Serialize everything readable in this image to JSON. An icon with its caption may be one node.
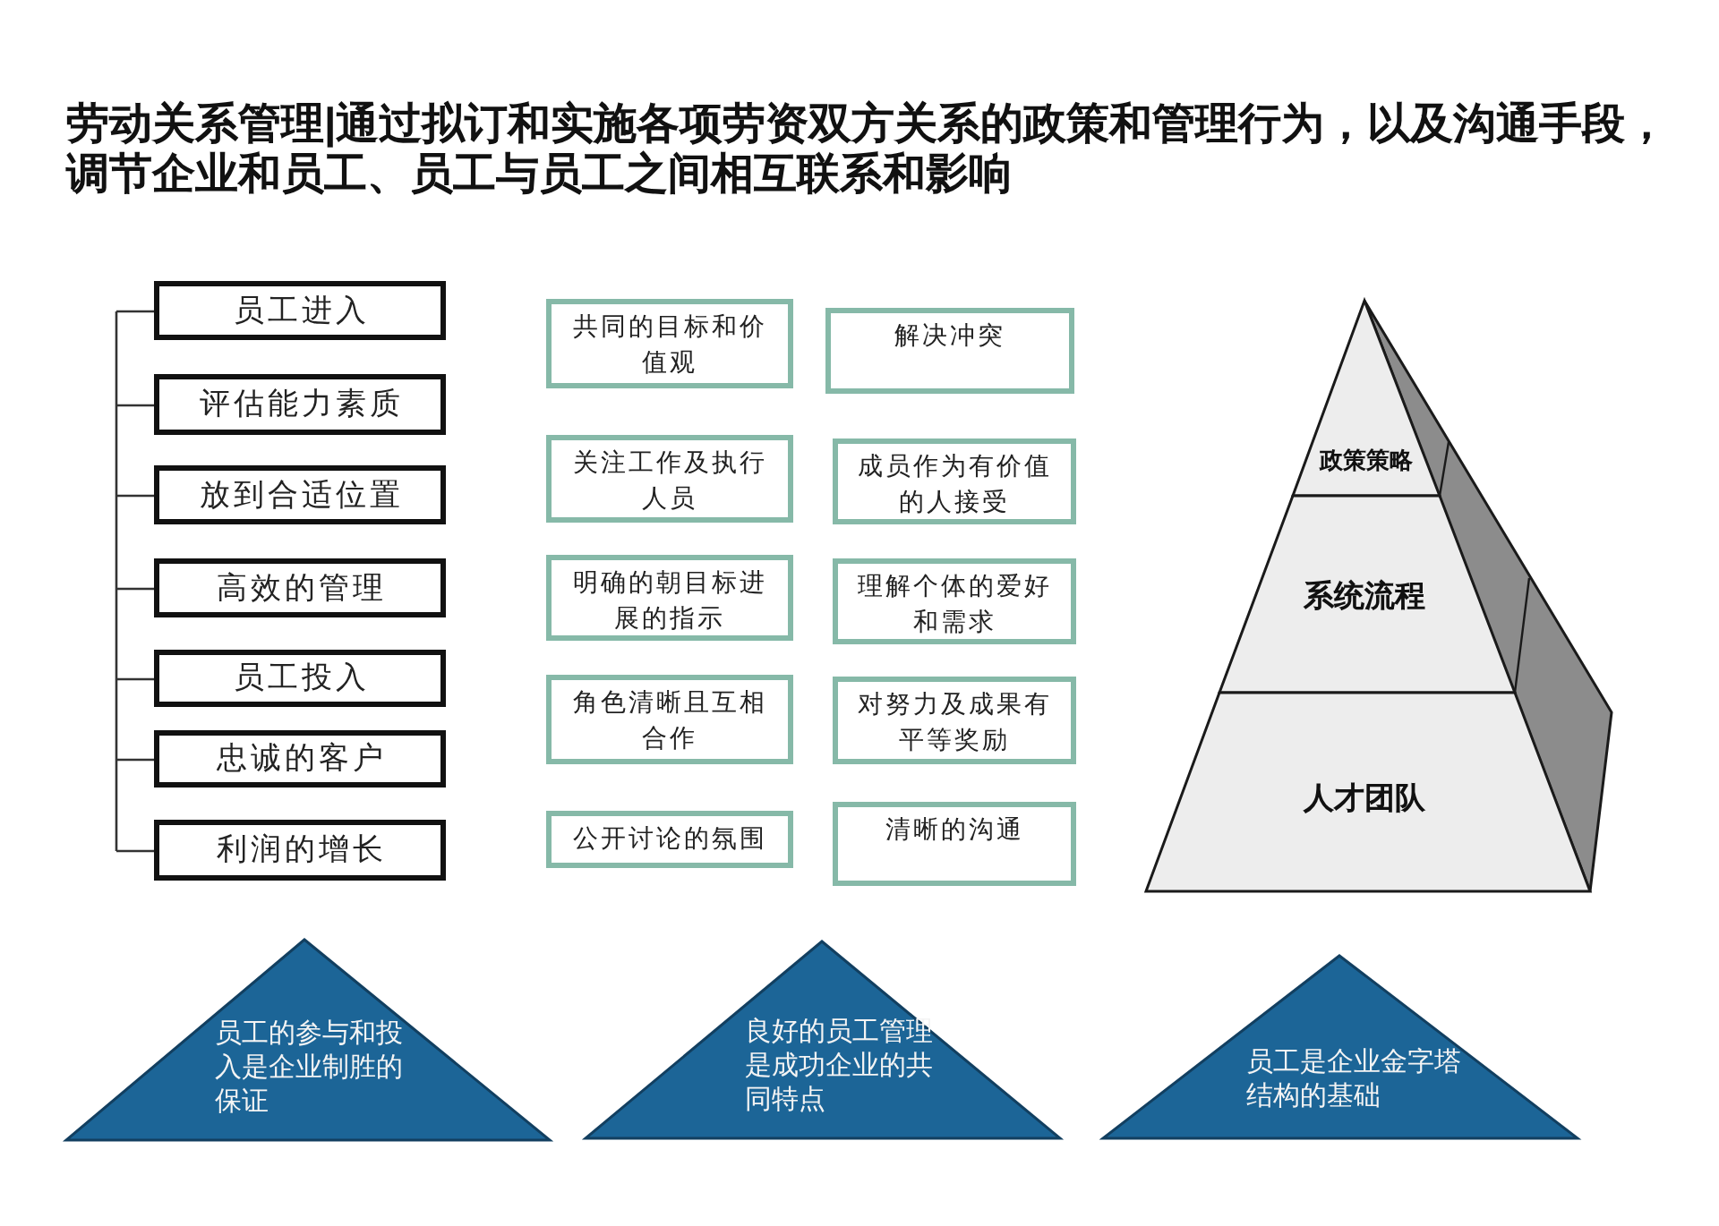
{
  "diagram": {
    "title": "**劳动关系管理**|通过拟订和实施各项劳资双方关系的政策和管理行为，以及沟通手段，调节企业和员工、员工与员工之间相互联系和影响",
    "nodes": [
      {
        "text": [
          "员工进入"
        ]
      },
      {
        "text": [
          "评估能力素质"
        ]
      },
      {
        "text": [
          "放到合适位置"
        ]
      },
      {
        "text": [
          "高效的管理"
        ]
      },
      {
        "text": [
          "员工投入"
        ]
      },
      {
        "text": [
          "忠诚的客户"
        ]
      },
      {
        "text": [
          "利润的增长"
        ]
      },
      {
        "text": [
          "共同的目标和价值观"
        ]
      },
      {
        "text": [
          "解决冲突"
        ]
      },
      {
        "text": [
          "关注工作及执行人员"
        ]
      },
      {
        "text": [
          "成员作为有价值的人接受"
        ]
      },
      {
        "text": [
          "明确的朝目标进展的指示"
        ]
      },
      {
        "text": [
          "理解个体的爱好和需求"
        ]
      },
      {
        "text": [
          "角色清晰且互相合作"
        ]
      },
      {
        "text": [
          "对努力及成果有平等奖励"
        ]
      },
      {
        "text": [
          "公开讨论的氛围"
        ]
      },
      {
        "text": [
          "清晰的沟通"
        ]
      },
      {
        "text": [
          "政策策略"
        ]
      },
      {
        "text": [
          "系统流程"
        ]
      },
      {
        "text": [
          "人才团队"
        ]
      },
      {
        "text": [
          "员工的参与和投入是企业制胜的保证"
        ]
      },
      {
        "text": [
          "良好的员工管理是成功企业的共同特点"
        ]
      },
      {
        "text": [
          "员工是企业金字塔结构的基础"
        ]
      }
    ]
  }
}
